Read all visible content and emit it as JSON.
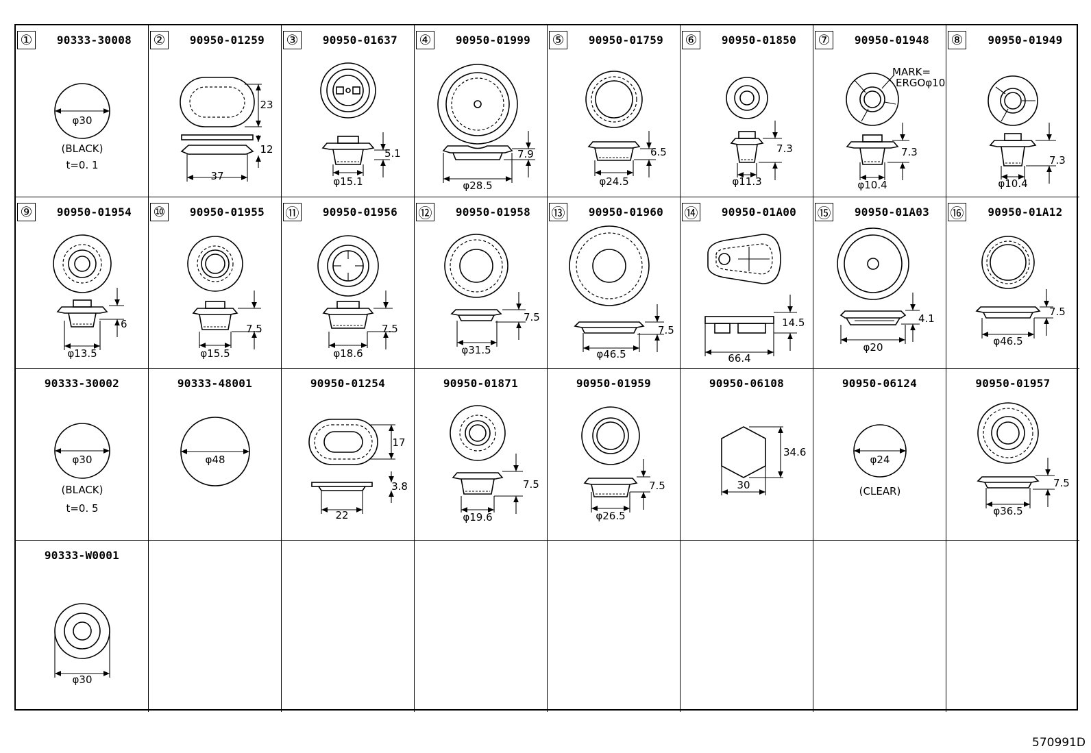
{
  "figure_id": "570991D",
  "parts": [
    {
      "num": "①",
      "pn": "90333-30008",
      "notes": [
        "φ30",
        "(BLACK)",
        "t=0. 1"
      ]
    },
    {
      "num": "②",
      "pn": "90950-01259",
      "notes": [
        "23",
        "12",
        "37"
      ]
    },
    {
      "num": "③",
      "pn": "90950-01637",
      "notes": [
        "5.1",
        "φ15.1"
      ]
    },
    {
      "num": "④",
      "pn": "90950-01999",
      "notes": [
        "7.9",
        "φ28.5"
      ]
    },
    {
      "num": "⑤",
      "pn": "90950-01759",
      "notes": [
        "6.5",
        "φ24.5"
      ]
    },
    {
      "num": "⑥",
      "pn": "90950-01850",
      "notes": [
        "7.3",
        "φ11.3"
      ]
    },
    {
      "num": "⑦",
      "pn": "90950-01948",
      "notes": [
        "MARK=",
        "ERGOφ10",
        "7.3",
        "φ10.4"
      ]
    },
    {
      "num": "⑧",
      "pn": "90950-01949",
      "notes": [
        "7.3",
        "φ10.4"
      ]
    },
    {
      "num": "⑨",
      "pn": "90950-01954",
      "notes": [
        "6",
        "φ13.5"
      ]
    },
    {
      "num": "⑩",
      "pn": "90950-01955",
      "notes": [
        "7.5",
        "φ15.5"
      ]
    },
    {
      "num": "⑪",
      "pn": "90950-01956",
      "notes": [
        "7.5",
        "φ18.6"
      ]
    },
    {
      "num": "⑫",
      "pn": "90950-01958",
      "notes": [
        "7.5",
        "φ31.5"
      ]
    },
    {
      "num": "⑬",
      "pn": "90950-01960",
      "notes": [
        "7.5",
        "φ46.5"
      ]
    },
    {
      "num": "⑭",
      "pn": "90950-01A00",
      "notes": [
        "14.5",
        "66.4"
      ]
    },
    {
      "num": "⑮",
      "pn": "90950-01A03",
      "notes": [
        "4.1",
        "φ20"
      ]
    },
    {
      "num": "⑯",
      "pn": "90950-01A12",
      "notes": [
        "7.5",
        "φ46.5"
      ]
    },
    {
      "num": "",
      "pn": "90333-30002",
      "notes": [
        "φ30",
        "(BLACK)",
        "t=0. 5"
      ]
    },
    {
      "num": "",
      "pn": "90333-48001",
      "notes": [
        "φ48"
      ]
    },
    {
      "num": "",
      "pn": "90950-01254",
      "notes": [
        "17",
        "3.8",
        "22"
      ]
    },
    {
      "num": "",
      "pn": "90950-01871",
      "notes": [
        "7.5",
        "φ19.6"
      ]
    },
    {
      "num": "",
      "pn": "90950-01959",
      "notes": [
        "7.5",
        "φ26.5"
      ]
    },
    {
      "num": "",
      "pn": "90950-06108",
      "notes": [
        "34.6",
        "30"
      ]
    },
    {
      "num": "",
      "pn": "90950-06124",
      "notes": [
        "φ24",
        "(CLEAR)"
      ]
    },
    {
      "num": "",
      "pn": "90950-01957",
      "notes": [
        "7.5",
        "φ36.5"
      ]
    },
    {
      "num": "",
      "pn": "90333-W0001",
      "notes": [
        "φ30"
      ]
    },
    {
      "num": "",
      "pn": "",
      "notes": []
    },
    {
      "num": "",
      "pn": "",
      "notes": []
    },
    {
      "num": "",
      "pn": "",
      "notes": []
    },
    {
      "num": "",
      "pn": "",
      "notes": []
    },
    {
      "num": "",
      "pn": "",
      "notes": []
    },
    {
      "num": "",
      "pn": "",
      "notes": []
    },
    {
      "num": "",
      "pn": "",
      "notes": []
    }
  ]
}
